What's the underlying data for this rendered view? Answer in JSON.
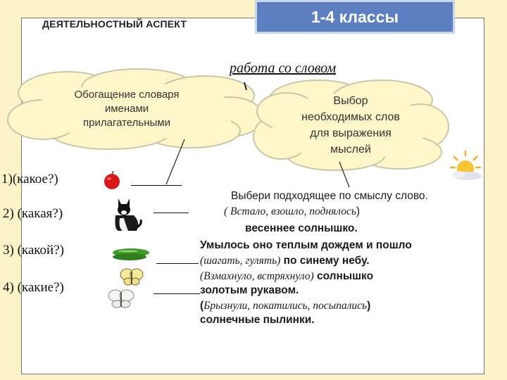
{
  "header": {
    "aspect_title": "ДЕЯТЕЛЬНОСТНЫЙ  АСПЕКТ",
    "grades": "1-4 классы"
  },
  "topic": "работа со словом",
  "cloud_left": {
    "lines": [
      "Обогащение словаря",
      "именами",
      "прилагательными"
    ]
  },
  "cloud_right": {
    "lines": [
      "Выбор",
      "необходимых слов",
      "для выражения",
      "мыслей"
    ]
  },
  "questions": [
    {
      "num": "1)",
      "text": "(какое?)",
      "icon": "apple-icon"
    },
    {
      "num": "2)",
      "text": "(какая?)",
      "icon": "cat-icon"
    },
    {
      "num": "3)",
      "text": "(какой?)",
      "icon": "cucumber-icon"
    },
    {
      "num": "4)",
      "text": "(какие?)",
      "icon": "butterflies-icon"
    }
  ],
  "task": {
    "instruction": "Выбери подходящее по смыслу слово.",
    "l1_italic": "( Встало, взошло, поднялось",
    "l1_end": ")",
    "l2": "весеннее солнышко.",
    "l3": "Умылось оно теплым дождем и пошло",
    "l4_italic": "(шагать, гулять)",
    "l4_rest": " по синему небу.",
    "l5_italic": "(Взмахнуло, встряхнуло)",
    "l5_rest": " солнышко",
    "l6": "золотым рукавом.",
    "l7_open": "(",
    "l7_italic": "Брызнули, покатились, посыпались",
    "l7_close": ")",
    "l8": "солнечные пылинки."
  },
  "icons": {
    "sun": "sun-icon"
  }
}
